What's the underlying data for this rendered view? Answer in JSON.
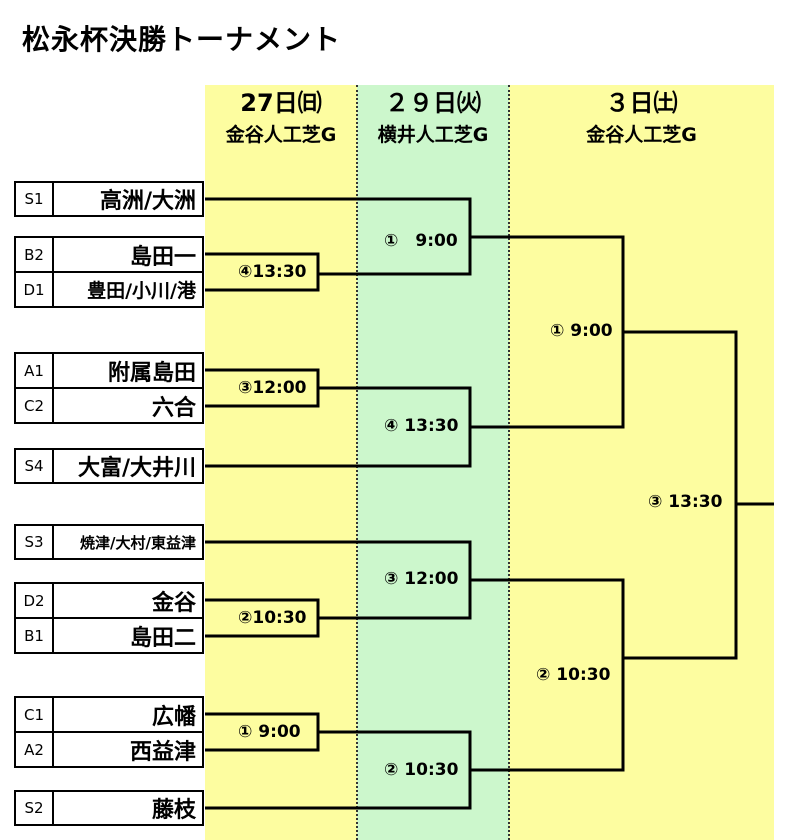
{
  "title": "松永杯決勝トーナメント",
  "colors": {
    "day1_bg": "#fdfda0",
    "day2_bg": "#ccf7cc",
    "day3_bg": "#fdfda0",
    "line": "#000000"
  },
  "days": [
    {
      "date": "27日㈰",
      "venue": "金谷人工芝G"
    },
    {
      "date": "２９日㈫",
      "venue": "横井人工芝G"
    },
    {
      "date": "３日㈯",
      "venue": "金谷人工芝G"
    }
  ],
  "teams": [
    {
      "seed": "S1",
      "name": "高洲/大洲"
    },
    {
      "seed": "B2",
      "name": "島田一"
    },
    {
      "seed": "D1",
      "name": "豊田/小川/港"
    },
    {
      "seed": "A1",
      "name": "附属島田"
    },
    {
      "seed": "C2",
      "name": "六合"
    },
    {
      "seed": "S4",
      "name": "大富/大井川"
    },
    {
      "seed": "S3",
      "name": "焼津/大村/東益津"
    },
    {
      "seed": "D2",
      "name": "金谷"
    },
    {
      "seed": "B1",
      "name": "島田二"
    },
    {
      "seed": "C1",
      "name": "広幡"
    },
    {
      "seed": "A2",
      "name": "西益津"
    },
    {
      "seed": "S2",
      "name": "藤枝"
    }
  ],
  "matches": {
    "r1": [
      "④13:30",
      "③12:00",
      "②10:30",
      "① 9:00"
    ],
    "r2": [
      "①　9:00",
      "④ 13:30",
      "③ 12:00",
      "② 10:30"
    ],
    "r3": [
      "① 9:00",
      "② 10:30"
    ],
    "final": "③ 13:30"
  }
}
